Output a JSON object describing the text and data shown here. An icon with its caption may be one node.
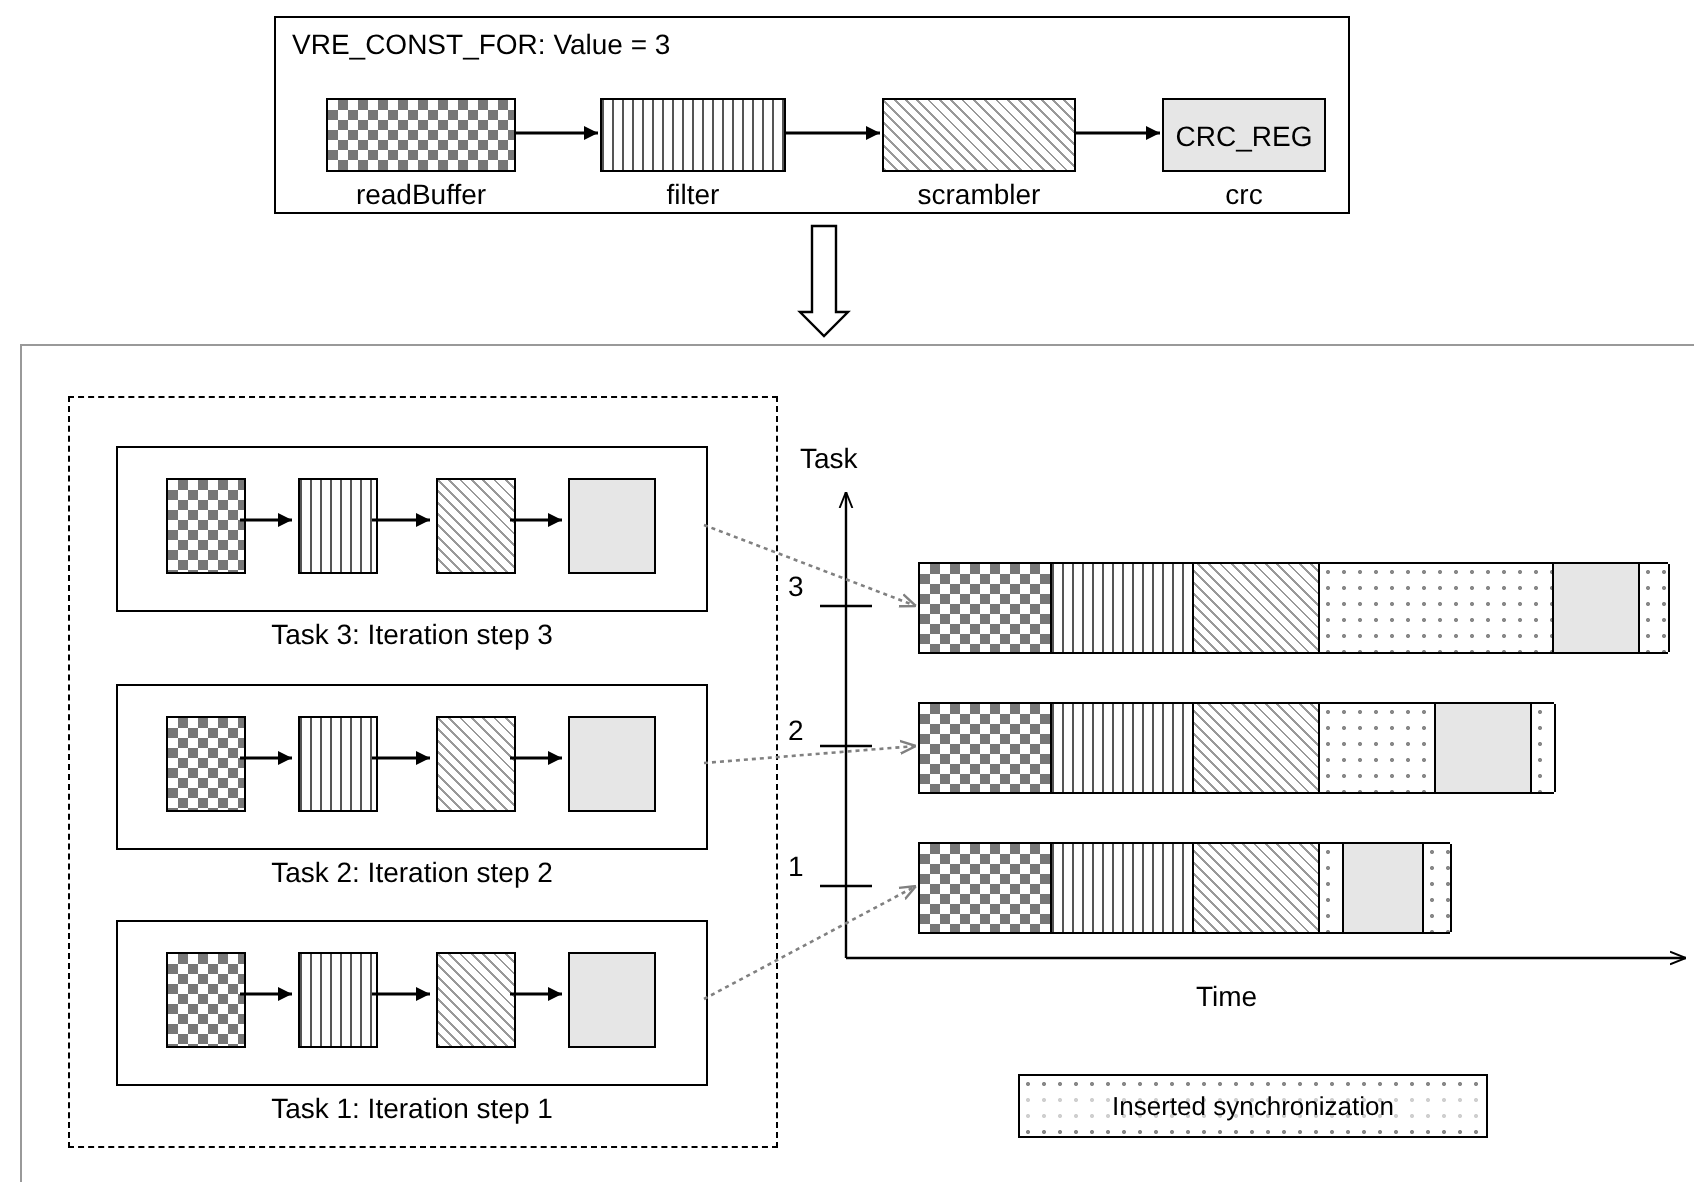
{
  "diagram": {
    "nodes": [
      {
        "text": [
          "VRE_CONST_FOR: Value = 3"
        ]
      },
      {
        "text": [],
        "shape": "box",
        "beside": [
          "readBuffer"
        ],
        "in": 0
      },
      {
        "text": [],
        "shape": "box",
        "beside": [
          "filter"
        ],
        "in": 0
      },
      {
        "text": [],
        "shape": "box",
        "beside": [
          "scrambler"
        ],
        "in": 0
      },
      {
        "text": [
          "CRC_REG"
        ],
        "beside": [
          "crc"
        ],
        "in": 0
      },
      {
        "text": [],
        "shape": "box"
      },
      {
        "text": [],
        "shape": "box",
        "in": 5
      },
      {
        "text": [
          "Task 3: Iteration step 3"
        ],
        "in": 6
      },
      {
        "text": [],
        "shape": "box",
        "in": 7
      },
      {
        "text": [],
        "shape": "box",
        "in": 7
      },
      {
        "text": [],
        "shape": "box",
        "in": 7
      },
      {
        "text": [],
        "shape": "box",
        "in": 7
      },
      {
        "text": [
          "Task 2: Iteration step 2"
        ],
        "in": 6
      },
      {
        "text": [],
        "shape": "box",
        "in": 12
      },
      {
        "text": [],
        "shape": "box",
        "in": 12
      },
      {
        "text": [],
        "shape": "box",
        "in": 12
      },
      {
        "text": [],
        "shape": "box",
        "in": 12
      },
      {
        "text": [
          "Task 1: Iteration step 1"
        ],
        "in": 6
      },
      {
        "text": [],
        "shape": "box",
        "in": 17
      },
      {
        "text": [],
        "shape": "box",
        "in": 17
      },
      {
        "text": [],
        "shape": "box",
        "in": 17
      },
      {
        "text": [],
        "shape": "box",
        "in": 17
      },
      {
        "text": [],
        "shape": "bar",
        "in": 5
      },
      {
        "text": [],
        "shape": "bar",
        "in": 5
      },
      {
        "text": [],
        "shape": "bar",
        "in": 5
      },
      {
        "text": [
          "Inserted synchronization"
        ],
        "in": 5
      }
    ],
    "edges": [
      {
        "from": 1,
        "to": 2,
        "arrow": "to"
      },
      {
        "from": 2,
        "to": 3,
        "arrow": "to"
      },
      {
        "from": 3,
        "to": 4,
        "arrow": "to"
      },
      {
        "from": 0,
        "to": 5,
        "arrow": "to",
        "style": "thick"
      },
      {
        "from": 8,
        "to": 9,
        "arrow": "to"
      },
      {
        "from": 9,
        "to": 10,
        "arrow": "to"
      },
      {
        "from": 10,
        "to": 11,
        "arrow": "to"
      },
      {
        "from": 13,
        "to": 14,
        "arrow": "to"
      },
      {
        "from": 14,
        "to": 15,
        "arrow": "to"
      },
      {
        "from": 15,
        "to": 16,
        "arrow": "to"
      },
      {
        "from": 18,
        "to": 19,
        "arrow": "to"
      },
      {
        "from": 19,
        "to": 20,
        "arrow": "to"
      },
      {
        "from": 20,
        "to": 21,
        "arrow": "to"
      },
      {
        "from": 7,
        "to": 22,
        "arrow": "to",
        "style": "dashed",
        "color": "#808080"
      },
      {
        "from": 12,
        "to": 23,
        "arrow": "to",
        "style": "dashed",
        "color": "#808080"
      },
      {
        "from": 17,
        "to": 24,
        "arrow": "to",
        "style": "dashed",
        "color": "#808080"
      }
    ],
    "labels": [
      "Task",
      "3",
      "2",
      "1",
      "Time"
    ]
  }
}
